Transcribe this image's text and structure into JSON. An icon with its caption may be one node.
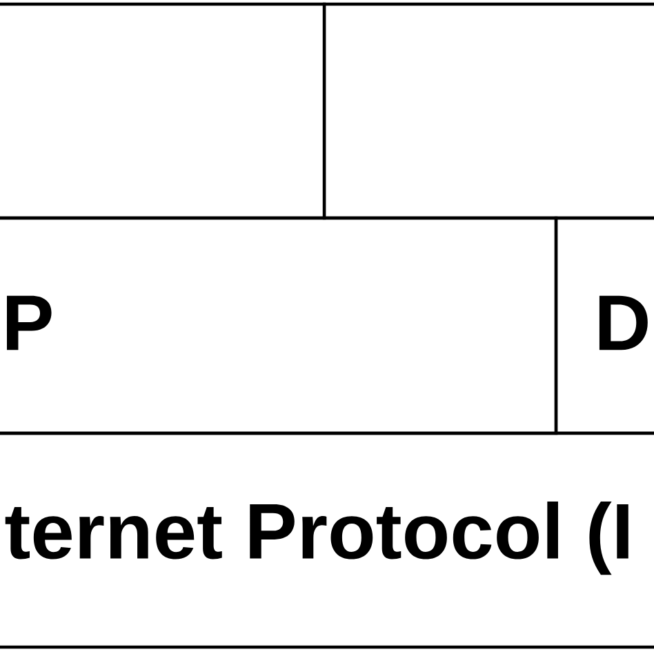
{
  "diagram": {
    "nodes": [
      {
        "text": [],
        "shape": "box"
      },
      {
        "text": [],
        "shape": "box"
      },
      {
        "text": [
          "P"
        ]
      },
      {
        "text": [
          "D"
        ]
      },
      {
        "text": [
          "ternet Protocol (I"
        ]
      }
    ]
  }
}
